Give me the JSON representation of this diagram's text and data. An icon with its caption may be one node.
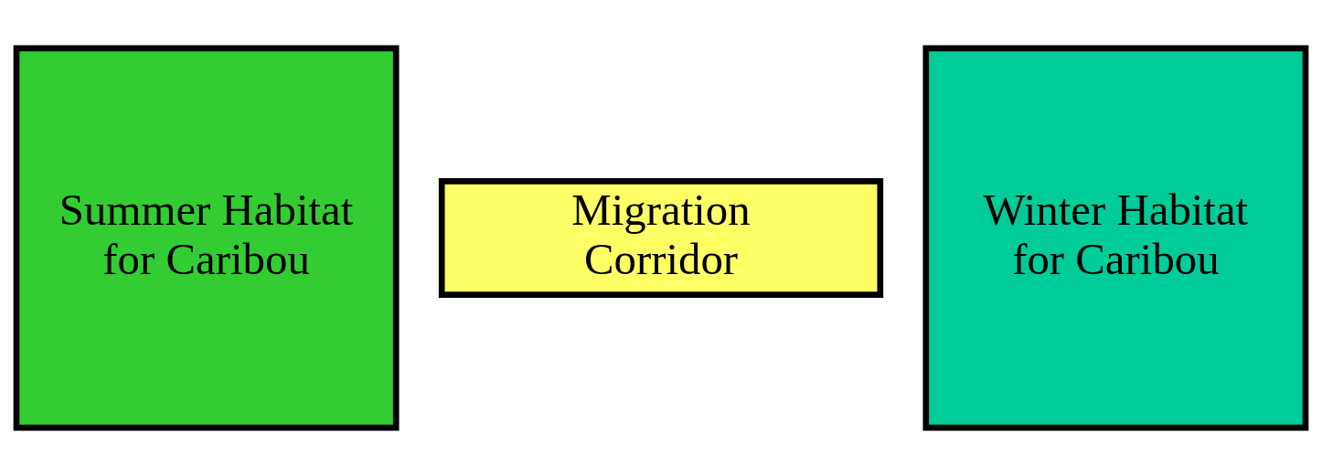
{
  "diagram": {
    "nodes": [
      {
        "text": [
          "Summer Habitat for Caribou"
        ]
      },
      {
        "text": [
          "Winter Habitat for Caribou"
        ]
      },
      {
        "text": [
          "Migration Corridor"
        ]
      }
    ],
    "edges": []
  }
}
